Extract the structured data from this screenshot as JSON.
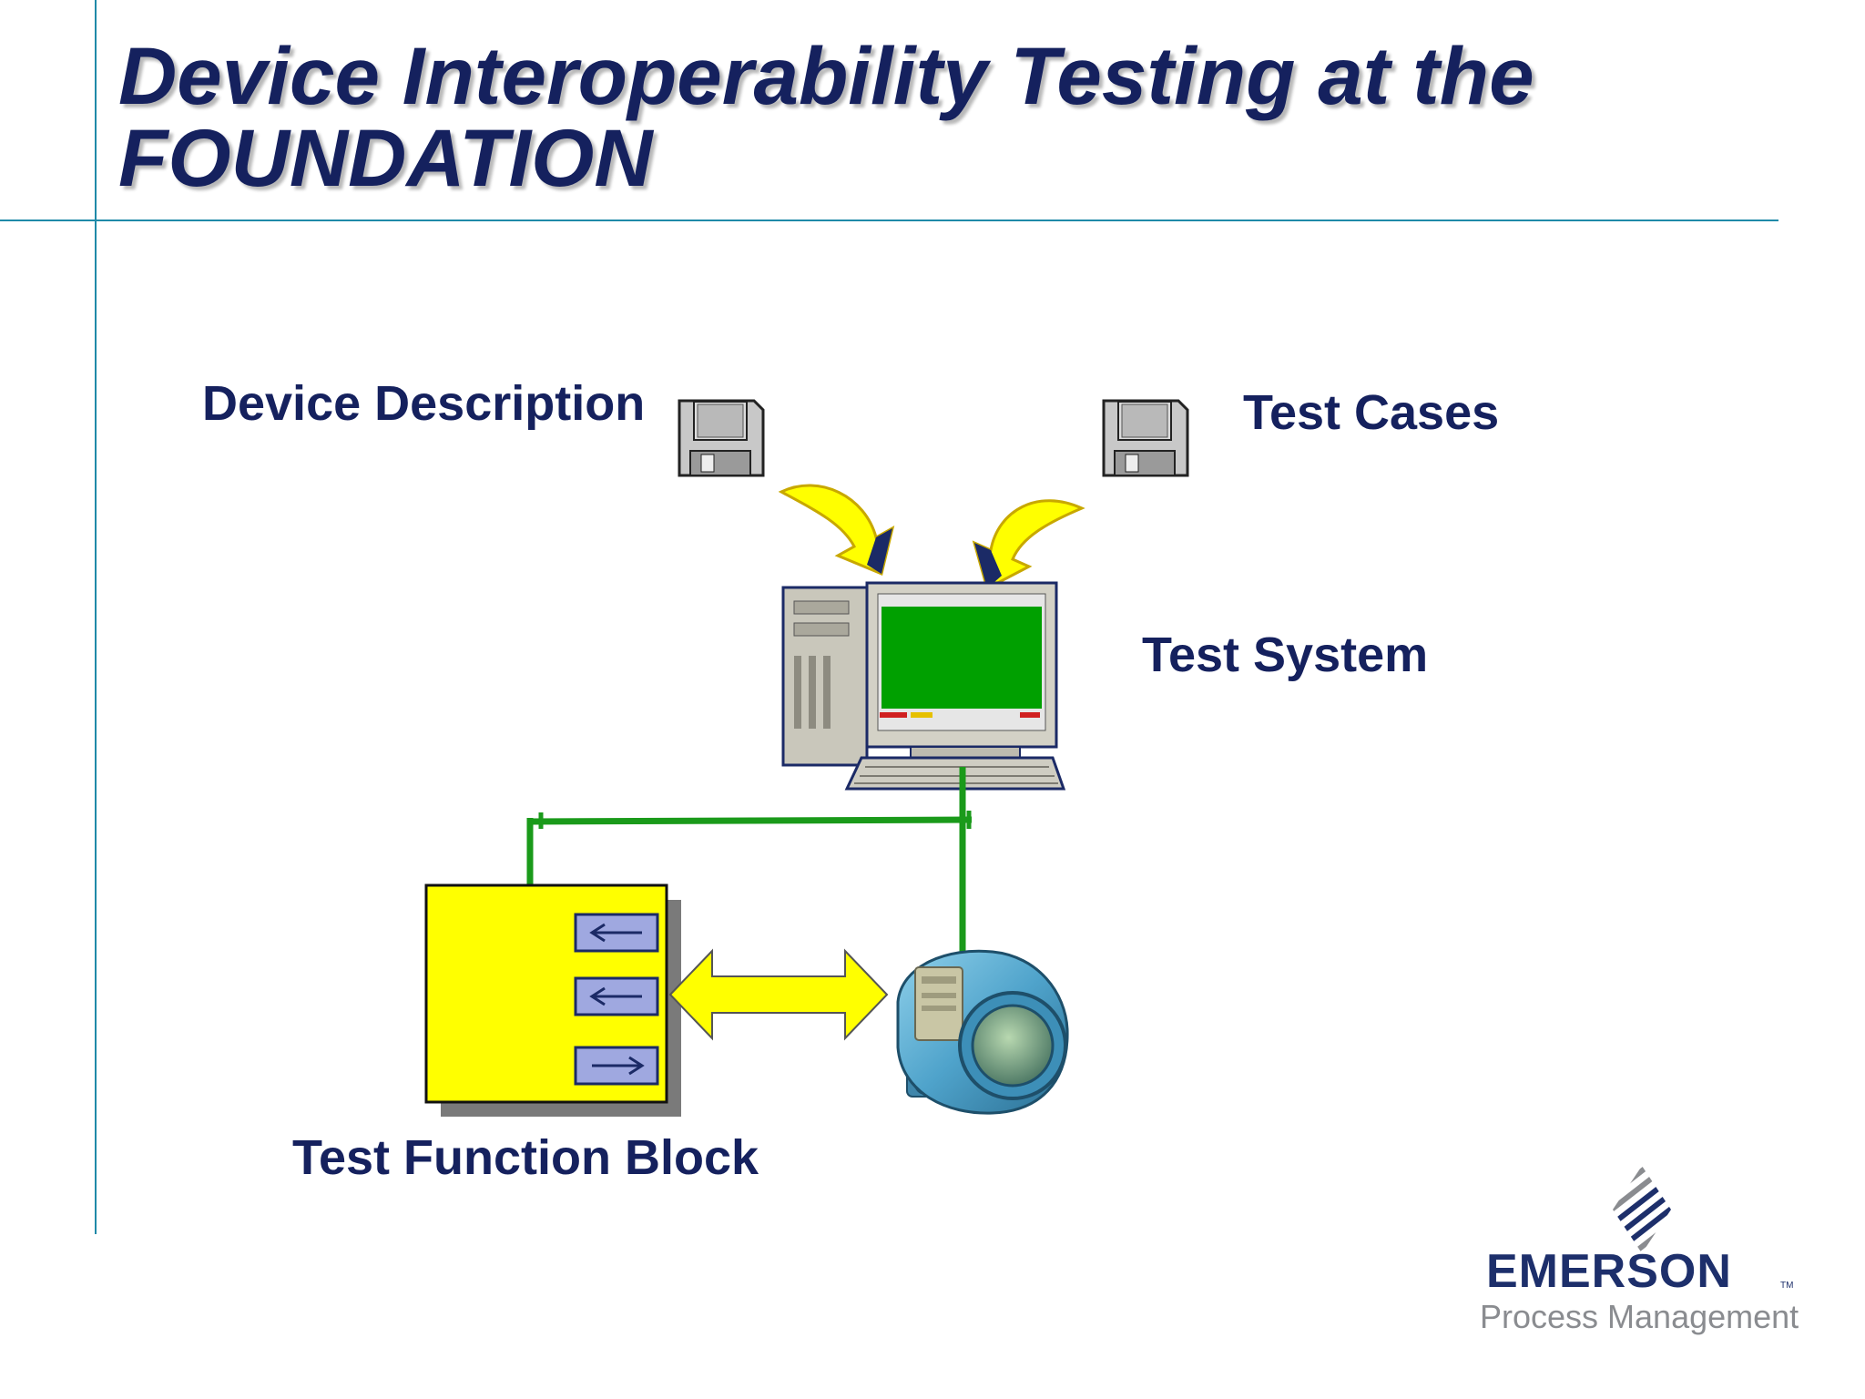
{
  "slide": {
    "title": "Device Interoperability Testing at the FOUNDATION"
  },
  "labels": {
    "device_description": "Device Description",
    "test_cases": "Test Cases",
    "test_system": "Test System",
    "test_function_block": "Test Function Block"
  },
  "logo": {
    "brand": "EMERSON",
    "trademark": "TM",
    "subtitle": "Process Management"
  },
  "colors": {
    "title": "#15215e",
    "rule": "#1f8aa8",
    "bus": "#1a9a1a",
    "function_block": "#ffff00",
    "arrow_fill": "#ffff00",
    "transmitter": "#5aa8cc",
    "screen": "#00a000"
  }
}
